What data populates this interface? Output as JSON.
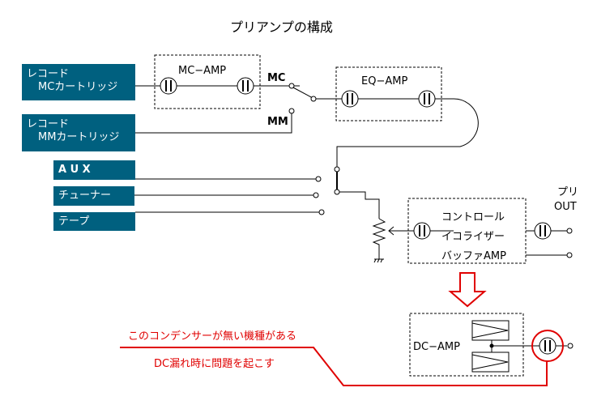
{
  "title": "プリアンプの構成",
  "sources": [
    {
      "line1": "レコード",
      "line2": "MCカートリッジ"
    },
    {
      "line1": "レコード",
      "line2": "MMカートリッジ"
    },
    {
      "line1": "A U X"
    },
    {
      "line1": "チューナー"
    },
    {
      "line1": "テープ"
    }
  ],
  "blocks": {
    "mc_amp": "MC−AMP",
    "eq_amp": "EQ−AMP",
    "control": [
      "コントロール",
      "イコライザー",
      "バッファAMP"
    ],
    "dc_amp": "DC−AMP"
  },
  "switch_labels": {
    "mc": "MC",
    "mm": "MM"
  },
  "output_label": [
    "プリ",
    "OUT"
  ],
  "annotation": {
    "line1": "このコンデンサーが無い機種がある",
    "line2": "DC漏れ時に問題を起こす"
  },
  "colors": {
    "source_box": "#00607f",
    "highlight": "#e00000"
  }
}
